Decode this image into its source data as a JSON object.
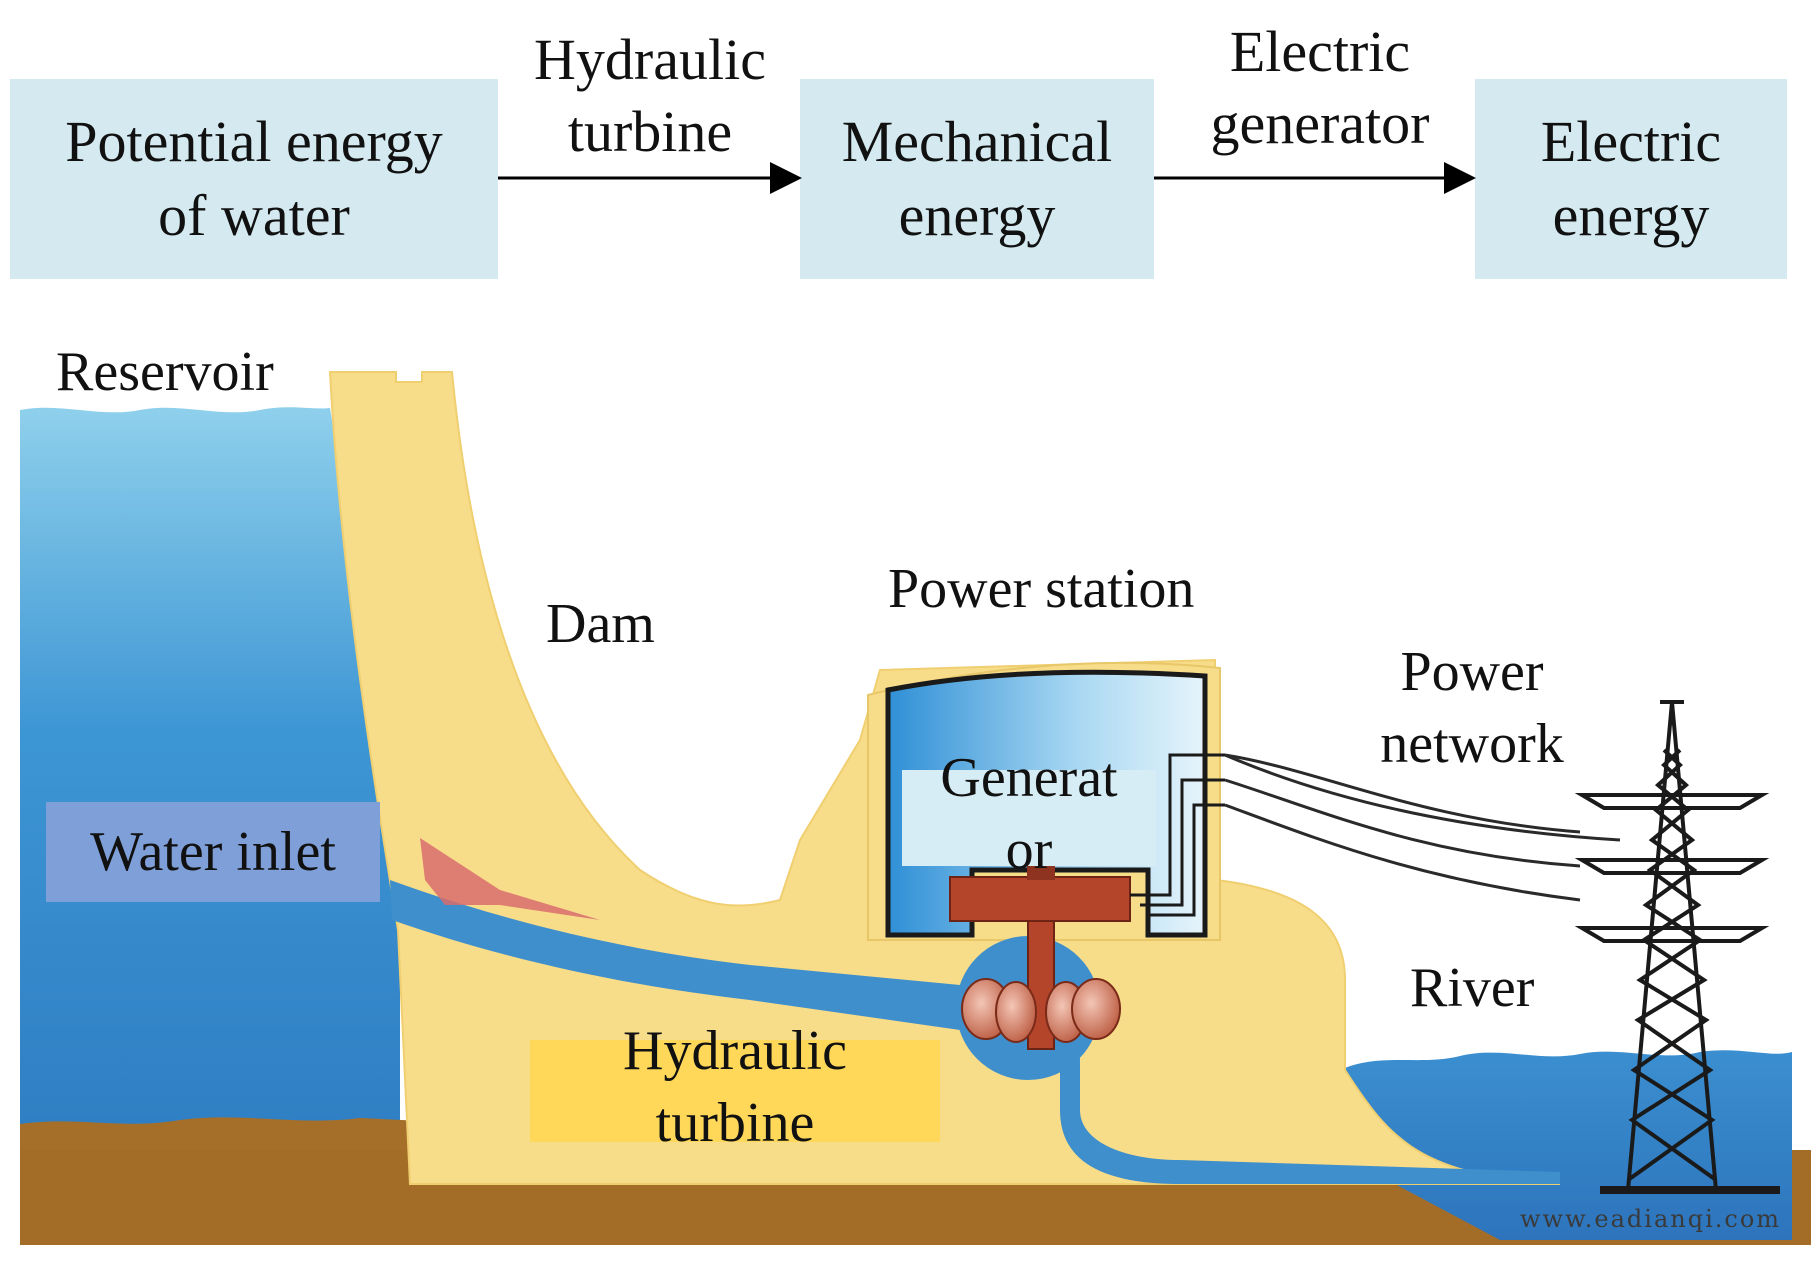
{
  "flow": {
    "box1": [
      "Potential energy",
      "of water"
    ],
    "arrow1": [
      "Hydraulic",
      "turbine"
    ],
    "box2": [
      "Mechanical",
      "energy"
    ],
    "arrow2": [
      "Electric",
      "generator"
    ],
    "box3": [
      "Electric",
      "energy"
    ]
  },
  "labels": {
    "reservoir": "Reservoir",
    "dam": "Dam",
    "power_station": "Power station",
    "power_network": [
      "Power",
      "network"
    ],
    "generator": [
      "Generat",
      "or"
    ],
    "water_inlet": "Water inlet",
    "river": "River",
    "hydraulic_turbine": [
      "Hydraulic",
      "turbine"
    ]
  },
  "watermark": "www.eadianqi.com",
  "colors": {
    "box_fill": "#d4eaf0",
    "water": "#3f8fcc",
    "dam": "#f7dc8a",
    "ground": "#a56f2a",
    "inlet_tag": "#7f9fd8",
    "turbine_tag": "#ffd85a",
    "rotor": "#b4452a"
  }
}
